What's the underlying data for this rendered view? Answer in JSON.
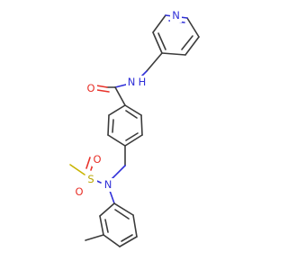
{
  "molecule": {
    "atoms": {
      "n_pyridine": {
        "label": "N",
        "color": "#3030d8"
      },
      "n_amide": {
        "label": "N",
        "color": "#3030d8"
      },
      "h_amide": {
        "label": "H",
        "color": "#3030d8"
      },
      "o_carbonyl": {
        "label": "O",
        "color": "#e8322a"
      },
      "s_sulfonyl": {
        "label": "S",
        "color": "#b8a600"
      },
      "o_sulfonyl_1": {
        "label": "O",
        "color": "#e8322a"
      },
      "o_sulfonyl_2": {
        "label": "O",
        "color": "#e8322a"
      },
      "n_sulfonamide": {
        "label": "N",
        "color": "#3030d8"
      }
    }
  }
}
